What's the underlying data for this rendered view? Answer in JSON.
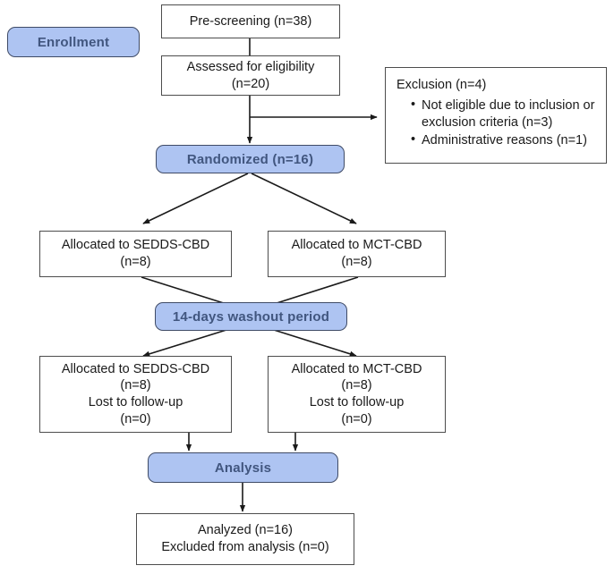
{
  "diagram": {
    "title": "CONSORT participant flow diagram",
    "colors": {
      "stage_fill": "#aec4f2",
      "stage_border": "#3f4b66",
      "stage_text": "#41567f",
      "box_border": "#4d4d4d",
      "box_text": "#1a1a1a",
      "background": "#ffffff"
    }
  },
  "stages": {
    "enrollment": "Enrollment",
    "randomized": "Randomized (n=16)",
    "washout": "14-days washout period",
    "analysis": "Analysis"
  },
  "boxes": {
    "prescreening": "Pre-screening (n=38)",
    "assessed": "Assessed for eligibility\n(n=20)",
    "allocated_sedds_top": "Allocated to SEDDS-CBD\n(n=8)",
    "allocated_mct_top": "Allocated to MCT-CBD\n(n=8)",
    "allocated_sedds_bottom": "Allocated to SEDDS-CBD\n(n=8)\nLost to follow-up\n(n=0)",
    "allocated_mct_bottom": "Allocated to MCT-CBD\n(n=8)\nLost to follow-up\n(n=0)",
    "analyzed": "Analyzed  (n=16)\nExcluded from analysis (n=0)"
  },
  "exclusion": {
    "title": "Exclusion  (n=4)",
    "items": [
      "Not eligible due to inclusion or exclusion criteria (n=3)",
      "Administrative reasons (n=1)"
    ]
  }
}
